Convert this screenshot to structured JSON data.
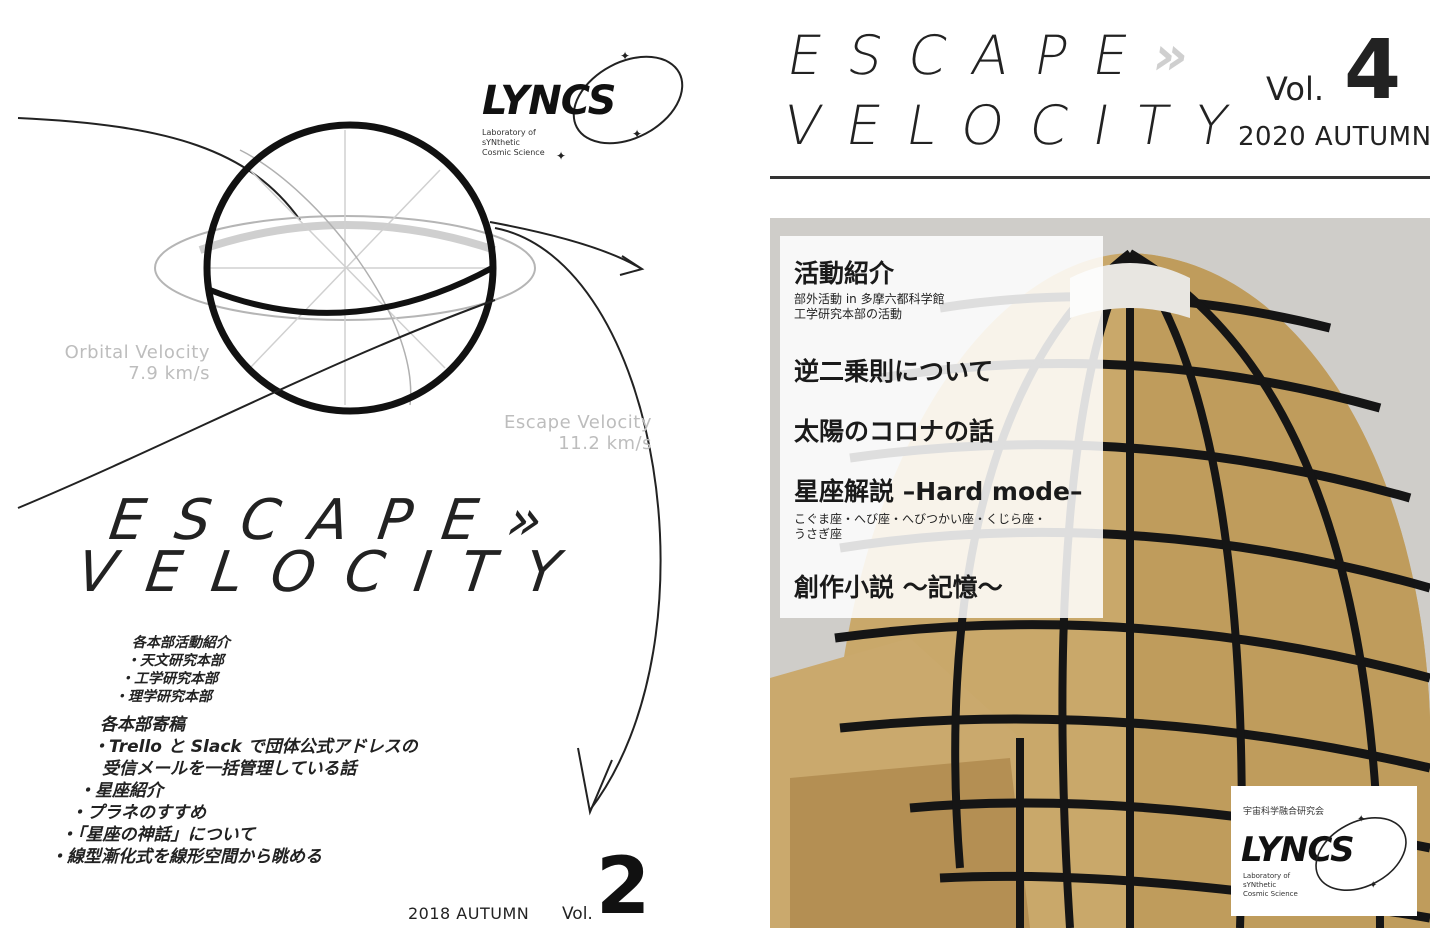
{
  "left_cover": {
    "logo": {
      "name": "LYNCS",
      "subtitle_lines": [
        "Laboratory of",
        "sYNthetic",
        "Cosmic Science"
      ]
    },
    "orbital": {
      "label": "Orbital Velocity",
      "value": "7.9 km/s"
    },
    "escape": {
      "label": "Escape Velocity",
      "value": "11.2 km/s"
    },
    "title_line1": "ESCAPE»",
    "title_line2": "VELOCITY",
    "toc": [
      "各本部活動紹介",
      "・天文研究本部",
      "・工学研究本部",
      "・理学研究本部",
      "各本部寄稿",
      "・Trello と Slack で団体公式アドレスの",
      "受信メールを一括管理している話",
      "・星座紹介",
      "・プラネのすすめ",
      "・「星座の神話」について",
      "・線型漸化式を線形空間から眺める"
    ],
    "season": "2018 AUTUMN",
    "vol_label": "Vol.",
    "vol_number": "2"
  },
  "right_cover": {
    "title_line1": "ESCAPE",
    "title_chevron": "»",
    "title_line2": "VELOCITY",
    "vol_label": "Vol.",
    "vol_number": "4",
    "season": "2020 AUTUMN",
    "toc": [
      {
        "heading": "活動紹介",
        "subs": [
          "部外活動 in 多摩六都科学館",
          "工学研究本部の活動"
        ]
      },
      {
        "heading": "逆二乗則について",
        "subs": []
      },
      {
        "heading": "太陽のコロナの話",
        "subs": []
      },
      {
        "heading": "星座解説 –Hard mode–",
        "subs": [
          "こぐま座・へび座・へびつかい座・くじら座・",
          "うさぎ座"
        ]
      },
      {
        "heading": "創作小説 〜記憶〜",
        "subs": []
      }
    ],
    "logo": {
      "org_line": "宇宙科学融合研究会",
      "name": "LYNCS",
      "subtitle_lines": [
        "Laboratory of",
        "sYNthetic",
        "Cosmic Science"
      ]
    }
  },
  "colors": {
    "ink": "#111111",
    "light_gray_text": "#bdbdbd",
    "cardboard": "#c9a86a",
    "tape": "#1a1a1a"
  },
  "icons": [
    "orbit-ring-icon",
    "sphere-globe-icon",
    "trajectory-arrow-icon",
    "chevron-double-icon"
  ]
}
